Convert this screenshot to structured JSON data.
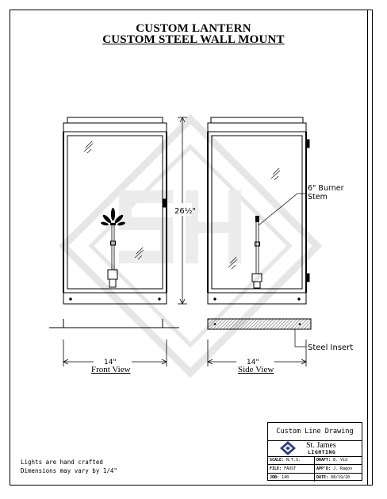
{
  "title": {
    "line1": "CUSTOM LANTERN",
    "line2": "CUSTOM STEEL WALL MOUNT"
  },
  "labels": {
    "height_dim": "26½\"",
    "front_width": "14\"",
    "side_width": "14\"",
    "burner_line1": "6\" Burner",
    "burner_line2": "Stem",
    "steel_insert": "Steel Insert",
    "front_view": "Front View",
    "side_view": "Side View"
  },
  "notes": {
    "line1": "Lights are hand crafted",
    "line2": "Dimensions may vary by 1/4\""
  },
  "title_block": {
    "heading": "Custom Line Drawing",
    "company_name": "St. James",
    "company_sub": "LIGHTING",
    "rows": [
      {
        "left_key": "SCALE:",
        "left_val": "N.T.S.",
        "right_key": "DRAFT:",
        "right_val": "B. Vid"
      },
      {
        "left_key": "FILE:",
        "left_val": "FAUST",
        "right_key": "APP'D:",
        "right_val": "J. Ragon"
      },
      {
        "left_key": "JOB:",
        "left_val": "140",
        "right_key": "DATE:",
        "right_val": "08/19/20"
      }
    ]
  },
  "colors": {
    "line": "#000000",
    "watermark": "#e6e6e6",
    "logo": "#2b3f8c"
  }
}
